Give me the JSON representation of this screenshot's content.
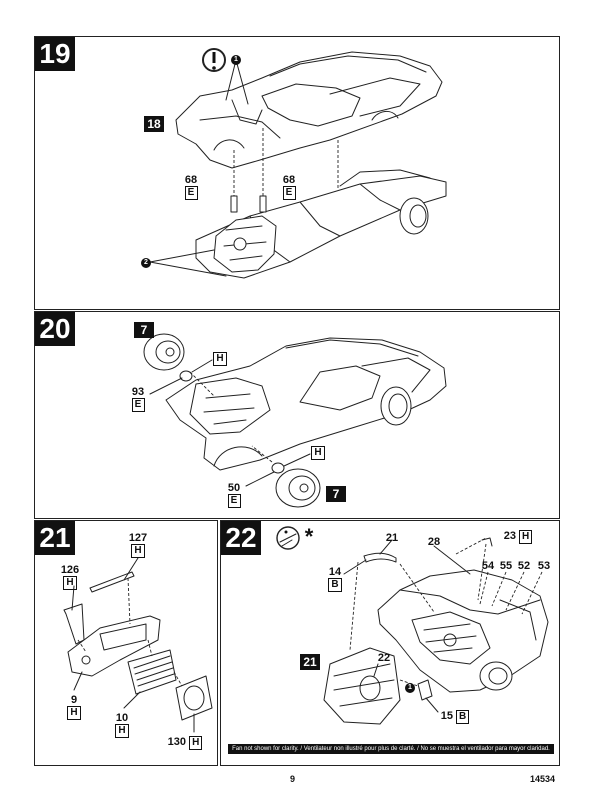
{
  "steps": {
    "s19": {
      "number": "19",
      "ref": "18",
      "parts": [
        {
          "num": "68",
          "code": "E"
        },
        {
          "num": "68",
          "code": "E"
        }
      ],
      "callout_1": "1",
      "callout_2": "2"
    },
    "s20": {
      "number": "20",
      "ref_wheel_top": "7",
      "ref_wheel_bottom": "7",
      "part_h_top": "H",
      "part_h_bottom": "H",
      "part_93": {
        "num": "93",
        "code": "E"
      },
      "part_50": {
        "num": "50",
        "code": "E"
      }
    },
    "s21": {
      "number": "21",
      "parts": {
        "p127": {
          "num": "127",
          "code": "H"
        },
        "p126": {
          "num": "126",
          "code": "H"
        },
        "p9": {
          "num": "9",
          "code": "H"
        },
        "p10": {
          "num": "10",
          "code": "H"
        },
        "p130": {
          "num": "130",
          "code": "H"
        }
      }
    },
    "s22": {
      "number": "22",
      "ref": "21",
      "star": "*",
      "parts": {
        "p21": {
          "num": "21"
        },
        "p14": {
          "num": "14",
          "code": "B"
        },
        "p28": {
          "num": "28"
        },
        "p23": {
          "num": "23",
          "code": "H"
        },
        "p54": {
          "num": "54"
        },
        "p55": {
          "num": "55"
        },
        "p52": {
          "num": "52"
        },
        "p53": {
          "num": "53"
        },
        "p22": {
          "num": "22"
        },
        "p15": {
          "num": "15",
          "code": "B"
        }
      },
      "callout_1": "1",
      "note": "Fan not shown for clarity. / Ventilateur non illustré pour plus de clarté. / No se muestra el ventilador para mayor claridad."
    }
  },
  "footer": {
    "page_number": "9",
    "kit_number": "14534"
  }
}
